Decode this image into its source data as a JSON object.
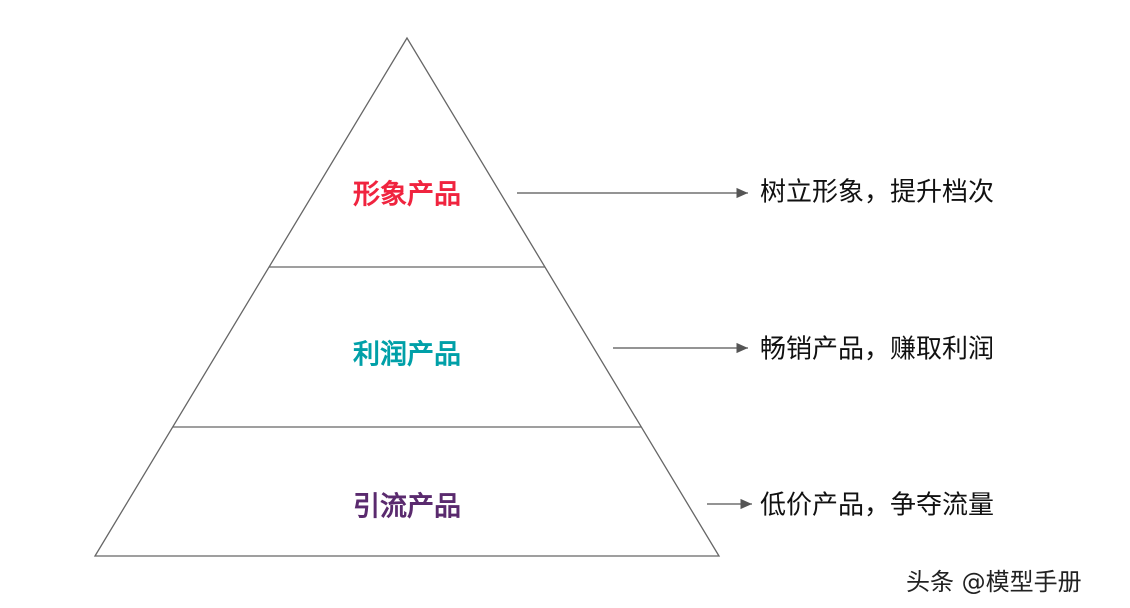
{
  "tiers": [
    {
      "label": "形象产品",
      "description": "树立形象，提升档次",
      "color": "#f0243f"
    },
    {
      "label": "利润产品",
      "description": "畅销产品，赚取利润",
      "color": "#00a0a8"
    },
    {
      "label": "引流产品",
      "description": "低价产品，争夺流量",
      "color": "#5a2a6e"
    }
  ],
  "watermark": "头条 @模型手册"
}
